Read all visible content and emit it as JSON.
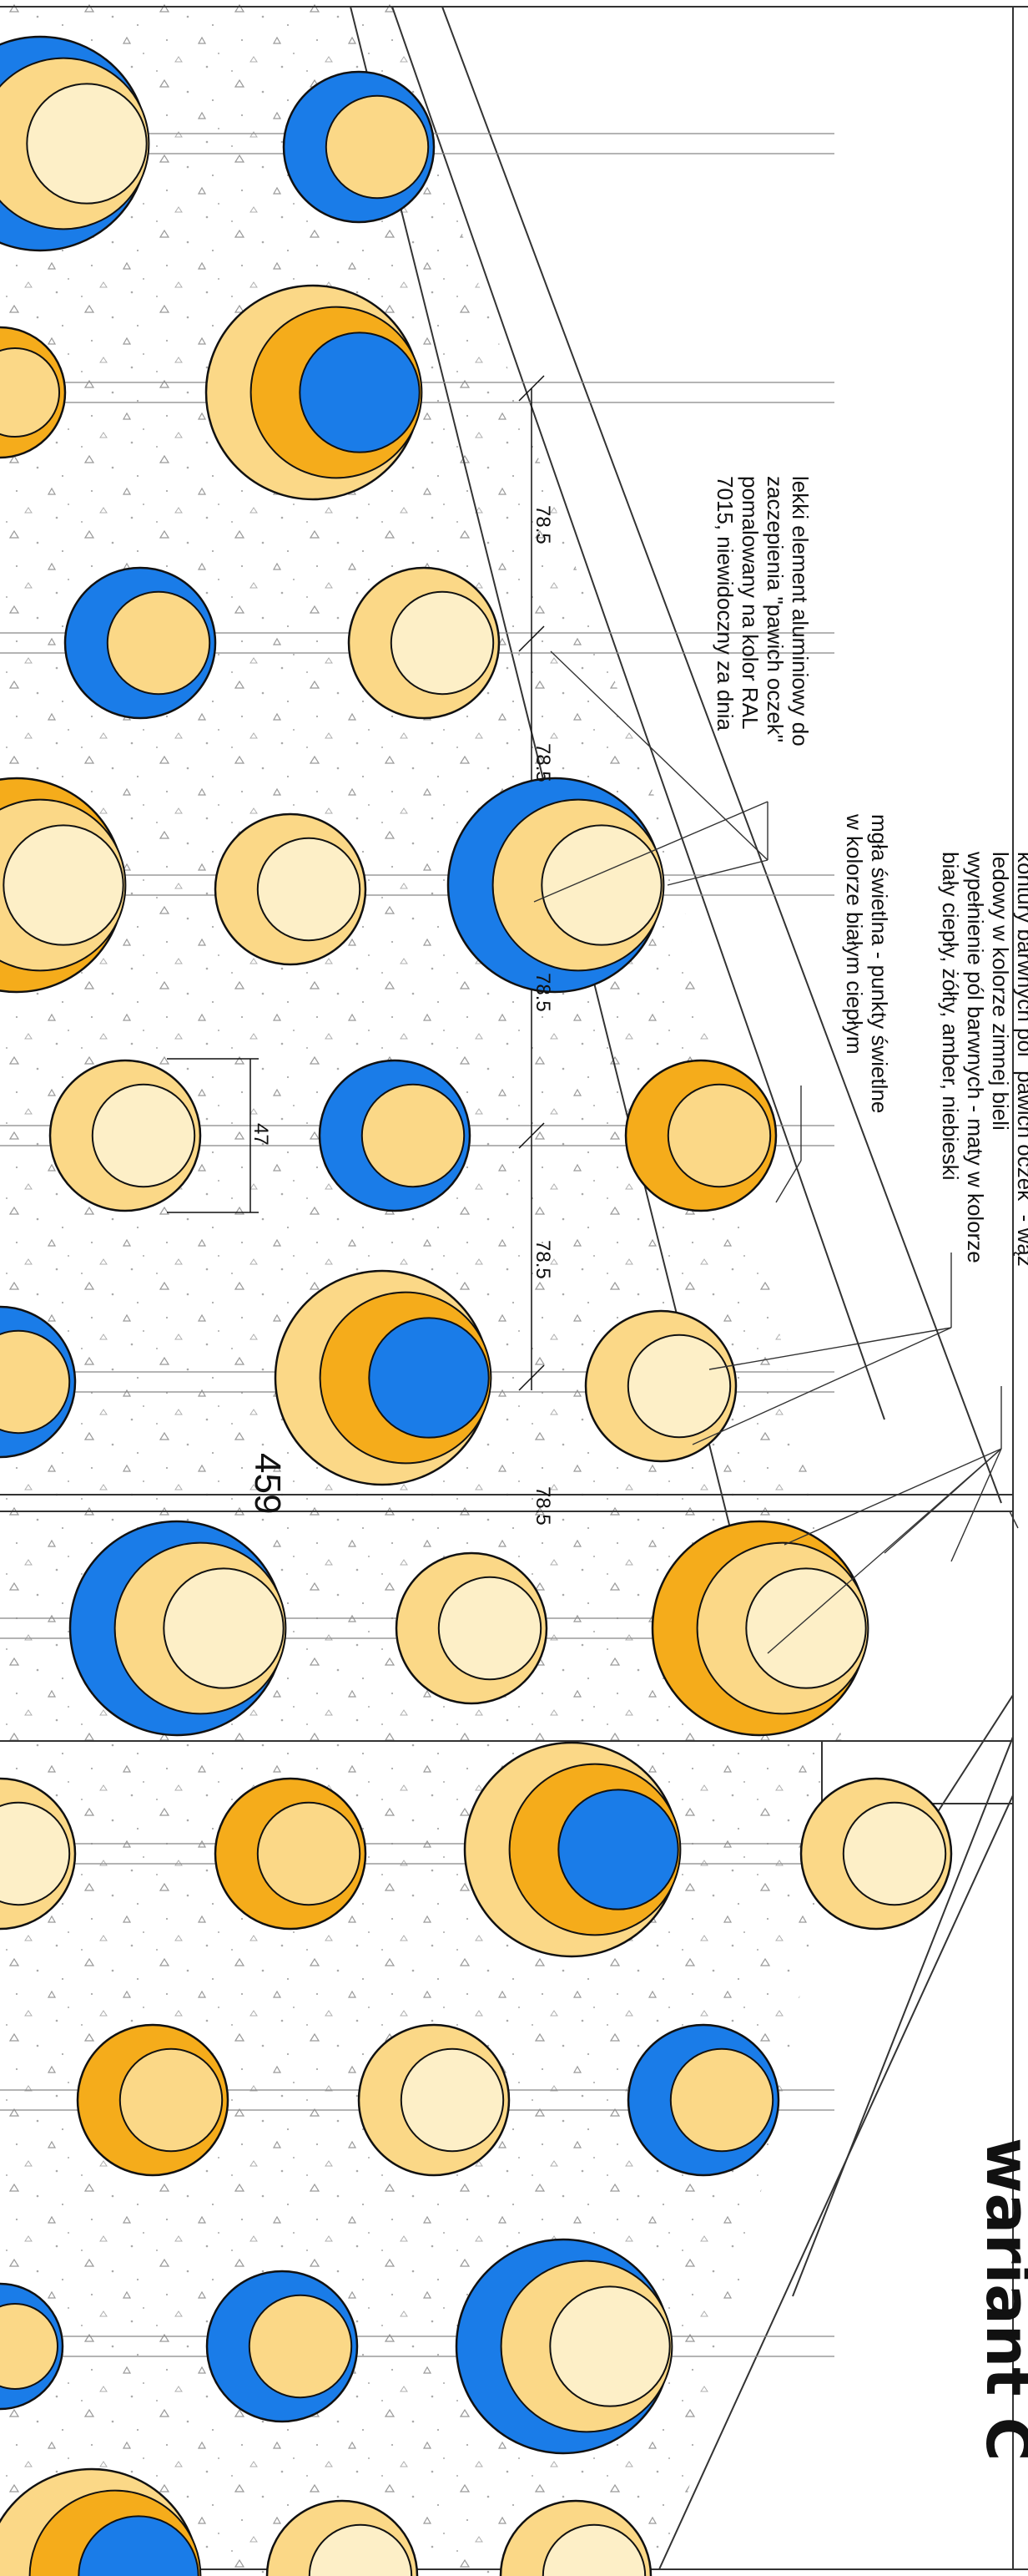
{
  "title": "wariant C",
  "annotations": {
    "aluminium_element": [
      "lekki element aluminiowy do",
      "zaczepienia \"pawich oczek\"",
      "pomalowany na kolor RAL",
      "7015, niewidoczny za dnia"
    ],
    "light_mist": [
      "mgła świetlna - punkty świetlne",
      "w kolorze białym ciepłym"
    ],
    "color_fields": [
      "kontury barwnych pól \"pawich oczek\" - wąż",
      "ledowy w kolorze zimnej bieli",
      "wypełnienie pól barwnych - maty w kolorze",
      "biały ciepły, żółty, amber, niebieski"
    ]
  },
  "dimensions": {
    "spacing_1": "78.5",
    "spacing_2": "78.5",
    "spacing_3": "78.5",
    "spacing_4": "78.5",
    "spacing_5": "78.5",
    "eye_size": "47",
    "total_length": "459"
  },
  "colors": {
    "blue": "#1a7ce8",
    "amber": "#f5ac1b",
    "yellow": "#fbd887",
    "warm_white": "#fdefc7",
    "outline": "#111111",
    "frame": "#333333"
  }
}
